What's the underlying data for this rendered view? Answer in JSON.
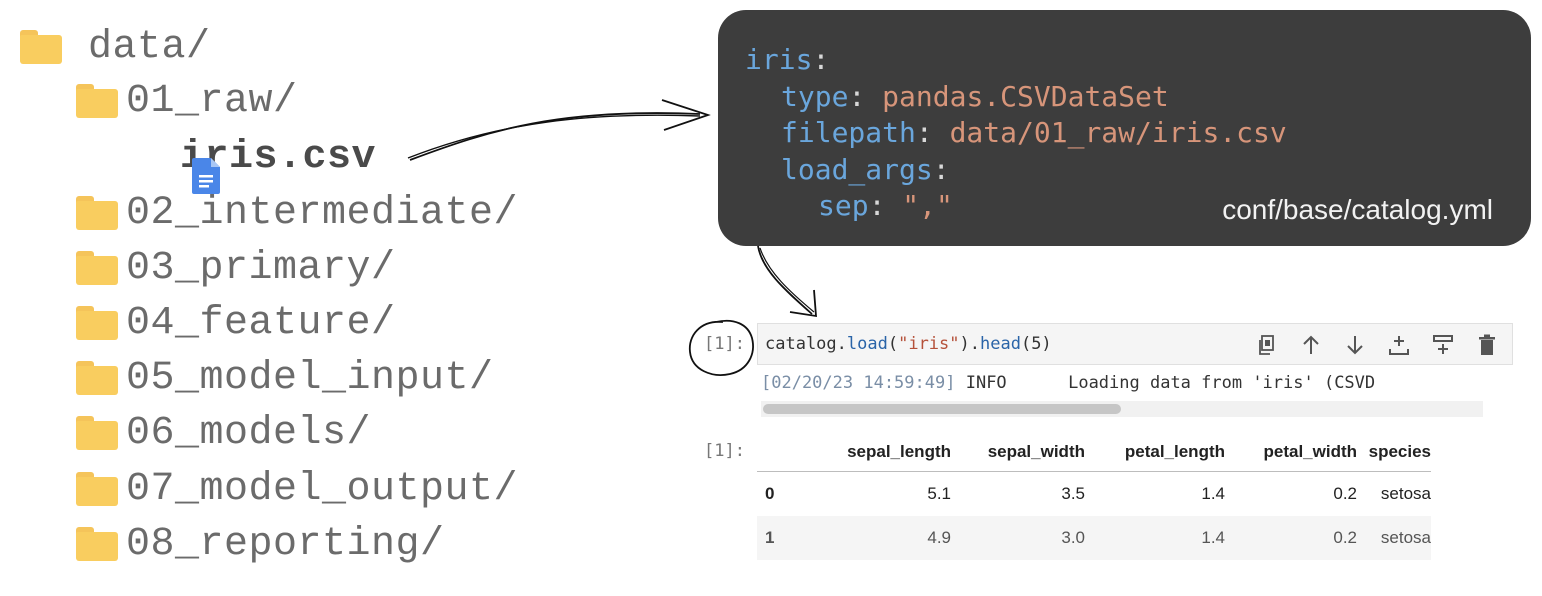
{
  "tree": {
    "root": "data/",
    "folders": [
      "01_raw/",
      "02_intermediate/",
      "03_primary/",
      "04_feature/",
      "05_model_input/",
      "06_models/",
      "07_model_output/",
      "08_reporting/"
    ],
    "file": "iris.csv",
    "folder_color": "#f9cd5f",
    "file_color": "#4a86e8"
  },
  "yaml": {
    "dataset": "iris",
    "type_key": "type",
    "type_value": "pandas.CSVDataSet",
    "filepath_key": "filepath",
    "filepath_value": "data/01_raw/iris.csv",
    "load_args_key": "load_args",
    "sep_key": "sep",
    "sep_value": "\",\"",
    "caption": "conf/base/catalog.yml",
    "background": "#3d3d3d"
  },
  "notebook": {
    "prompt": "[1]:",
    "output_prompt": "[1]:",
    "code": {
      "object": "catalog.",
      "method": "load",
      "open": "(",
      "argument": "\"iris\"",
      "close": ").",
      "method2": "head",
      "args2": "(5)"
    },
    "toolbar": [
      "duplicate-icon",
      "move-up-icon",
      "move-down-icon",
      "insert-above-icon",
      "insert-below-icon",
      "delete-icon"
    ],
    "log": {
      "timestamp": "[02/20/23 14:59:49]",
      "level": "INFO",
      "message": "Loading data from 'iris' (CSVD"
    },
    "dataframe": {
      "columns": [
        "sepal_length",
        "sepal_width",
        "petal_length",
        "petal_width",
        "species"
      ],
      "rows": [
        {
          "index": "0",
          "sepal_length": "5.1",
          "sepal_width": "3.5",
          "petal_length": "1.4",
          "petal_width": "0.2",
          "species": "setosa"
        },
        {
          "index": "1",
          "sepal_length": "4.9",
          "sepal_width": "3.0",
          "petal_length": "1.4",
          "petal_width": "0.2",
          "species": "setosa"
        }
      ]
    }
  }
}
